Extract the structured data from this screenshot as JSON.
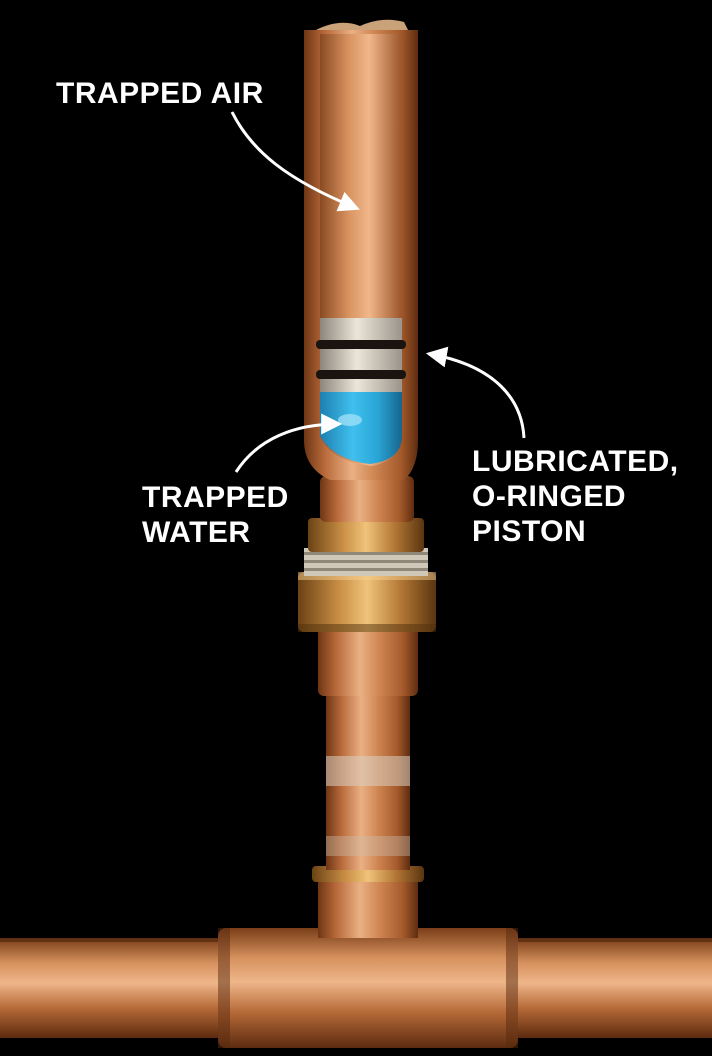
{
  "labels": {
    "trapped_air": [
      "TRAPPED AIR"
    ],
    "lubricated_piston": [
      "LUBRICATED,",
      "O-RINGED",
      "PISTON"
    ],
    "trapped_water": [
      "TRAPPED",
      "WATER"
    ]
  },
  "colors": {
    "background": "#000000",
    "copper": "#c0743e",
    "copper_light": "#e7a877",
    "copper_dark": "#7b3f19",
    "water": "#2aa6d6",
    "o_ring": "#1a1410",
    "piston": "#d9d2c6",
    "label_text": "#ffffff"
  }
}
